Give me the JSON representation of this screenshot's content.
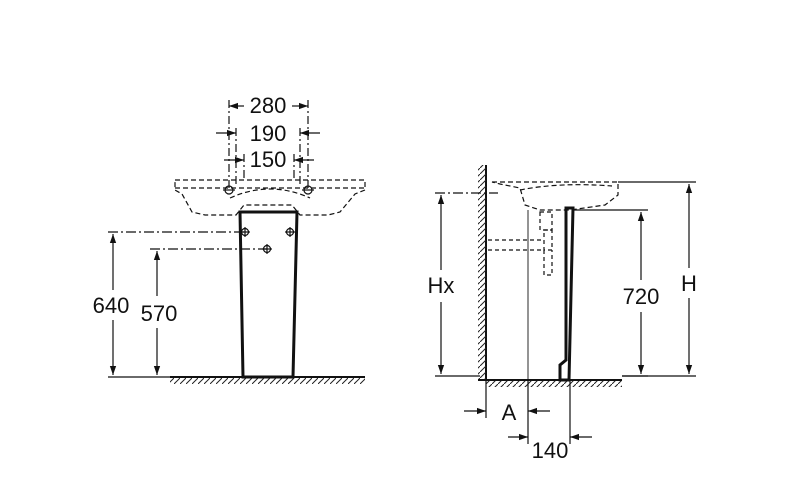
{
  "front_view": {
    "dimensions": {
      "width_overall": "280",
      "width_mid": "190",
      "width_inner": "150",
      "height_upper": "640",
      "height_lower": "570"
    }
  },
  "side_view": {
    "dimensions": {
      "height_variable": "Hx",
      "height_pedestal": "720",
      "height_total": "H",
      "offset": "A",
      "depth": "140"
    }
  }
}
